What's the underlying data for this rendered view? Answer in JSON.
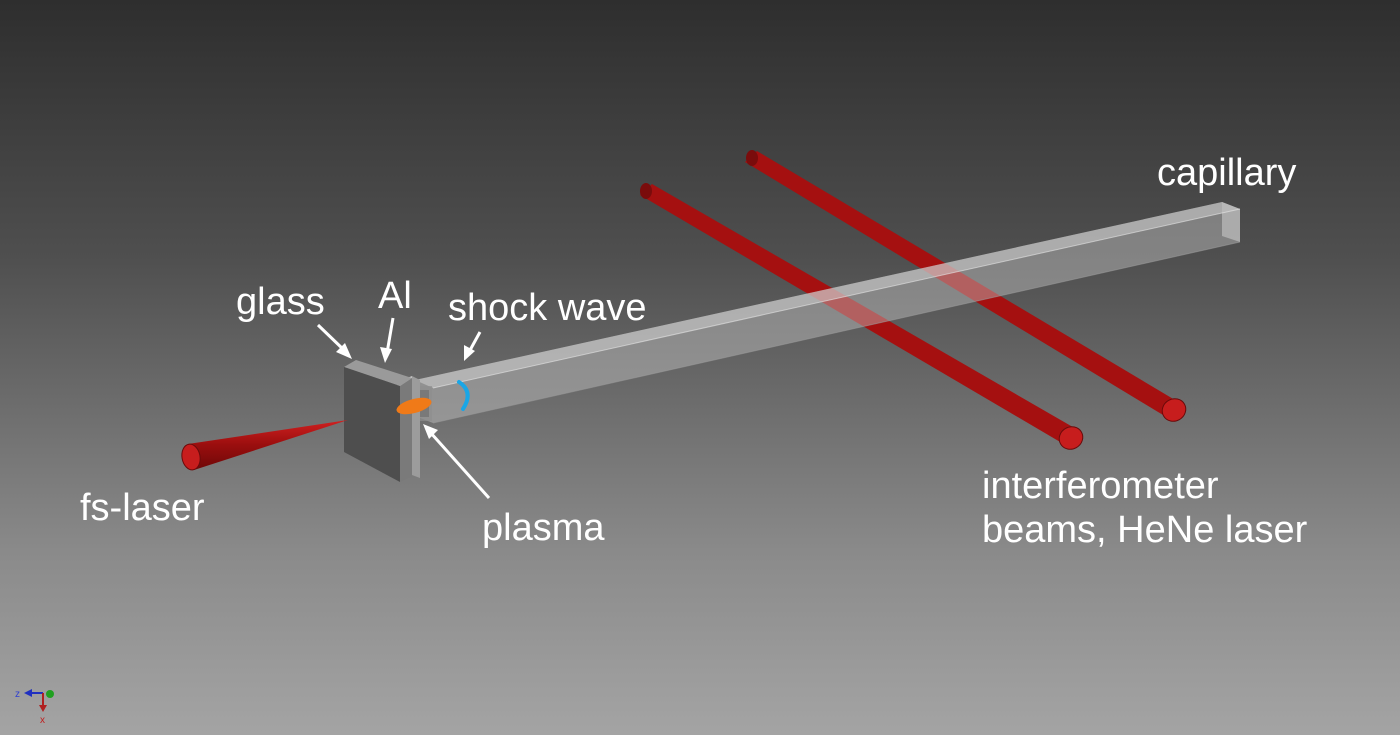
{
  "labels": {
    "glass": "glass",
    "al": "Al",
    "shock_wave": "shock wave",
    "capillary": "capillary",
    "fs_laser": "fs-laser",
    "plasma": "plasma",
    "interferometer_line1": "interferometer",
    "interferometer_line2": "beams, HeNe laser"
  },
  "axis_triad": {
    "z": "z",
    "x": "x"
  },
  "colors": {
    "laser_red": "#b31515",
    "plasma_orange": "#f07a18",
    "shock_blue": "#19a6e6",
    "capillary_gray": "#b8b8b8",
    "glass_dark": "#4d4d4d",
    "label_white": "#ffffff"
  }
}
